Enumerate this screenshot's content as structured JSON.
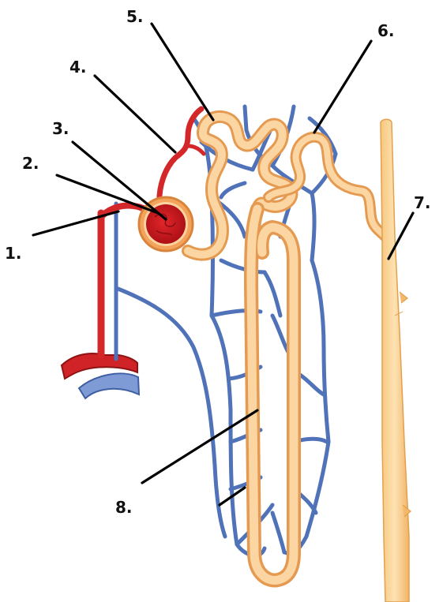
{
  "labels": {
    "l1": "1.",
    "l2": "2.",
    "l3": "3.",
    "l4": "4.",
    "l5": "5.",
    "l6": "6.",
    "l7": "7.",
    "l8": "8."
  },
  "colors": {
    "artery": "#d3272a",
    "artery_dark": "#8e1414",
    "vein": "#4f72b8",
    "vein_dark": "#2f4f8e",
    "tubule": "#f6c489",
    "tubule_light": "#fde1b6",
    "tubule_edge": "#e59a52",
    "collecting_duct": "#f4c27a",
    "glomerulus": "#c4161c",
    "capsule": "#f3a35c"
  }
}
